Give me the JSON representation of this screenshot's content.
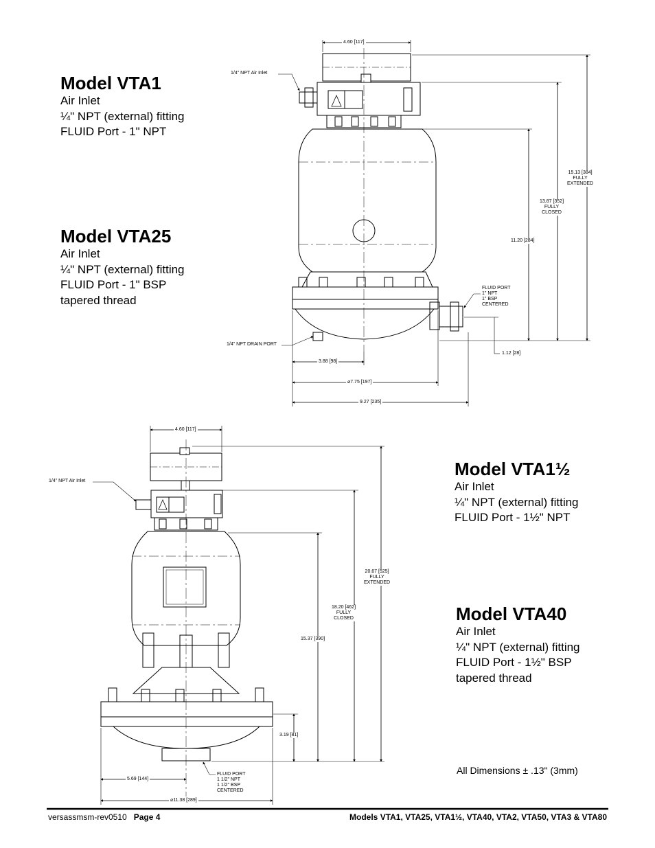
{
  "models": {
    "vta1": {
      "title": "Model VTA1",
      "lines": [
        "Air Inlet",
        "¼\" NPT (external) fitting",
        "FLUID Port - 1\" NPT"
      ]
    },
    "vta25": {
      "title": "Model VTA25",
      "lines": [
        "Air Inlet",
        "¼\" NPT (external) fitting",
        "FLUID Port - 1\" BSP",
        "tapered thread"
      ]
    },
    "vta1_5": {
      "title": "Model VTA1½",
      "lines": [
        "Air Inlet",
        "¼\" NPT (external) fitting",
        "FLUID Port - 1½\" NPT"
      ]
    },
    "vta40": {
      "title": "Model VTA40",
      "lines": [
        "Air Inlet",
        "¼\" NPT (external) fitting",
        "FLUID Port - 1½\" BSP",
        "tapered thread"
      ]
    }
  },
  "drawing_top": {
    "width_label": "4.60 [117]",
    "air_inlet_label": "1/4\" NPT Air Inlet",
    "dim_fully_extended": [
      "15.13 [384]",
      "FULLY",
      "EXTENDED"
    ],
    "dim_fully_closed": [
      "13.87 [352]",
      "FULLY",
      "CLOSED"
    ],
    "dim_height": "11.20 [284]",
    "fluid_port_label": [
      "FLUID PORT",
      "1\" NPT",
      "1\" BSP",
      "CENTERED"
    ],
    "drain_port_label": "1/4\" NPT DRAIN PORT",
    "dim_port_height": "1.12 [28]",
    "dim_center": "3.88 [98]",
    "dim_diameter": "⌀7.75 [197]",
    "dim_overall": "9.27 [235]"
  },
  "drawing_bottom": {
    "width_label": "4.60 [117]",
    "air_inlet_label": "1/4\" NPT Air Inlet",
    "dim_fully_extended": [
      "20.67 [525]",
      "FULLY",
      "EXTENDED"
    ],
    "dim_fully_closed": [
      "18.20 [462]",
      "FULLY",
      "CLOSED"
    ],
    "dim_height": "15.37 [390]",
    "dim_port_height": "3.19 [81]",
    "fluid_port_label": [
      "FLUID PORT",
      "1 1/2\" NPT",
      "1 1/2\" BSP",
      "CENTERED"
    ],
    "dim_center": "5.69 [144]",
    "dim_diameter": "⌀11.38 [289]"
  },
  "tolerance_note": "All Dimensions ± .13\" (3mm)",
  "footer": {
    "doc_id": "versassmsm-rev0510",
    "page": "Page 4",
    "models": "Models VTA1, VTA25, VTA1½, VTA40, VTA2, VTA50, VTA3 & VTA80"
  }
}
